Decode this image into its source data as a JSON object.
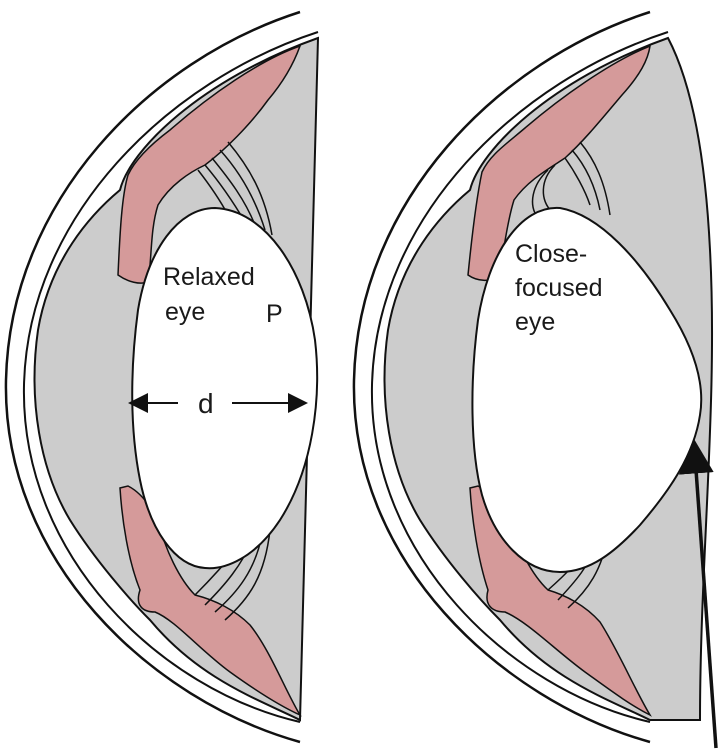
{
  "left_eye": {
    "label_line1": "Relaxed",
    "label_line2": "eye",
    "point_label": "P",
    "dimension_label": "d"
  },
  "right_eye": {
    "label_line1": "Close-",
    "label_line2": "focused",
    "label_line3": "eye"
  },
  "colors": {
    "ciliary_muscle": "#d59a9a",
    "vitreous": "#cccccc",
    "outline": "#111111",
    "lens": "#ffffff"
  }
}
